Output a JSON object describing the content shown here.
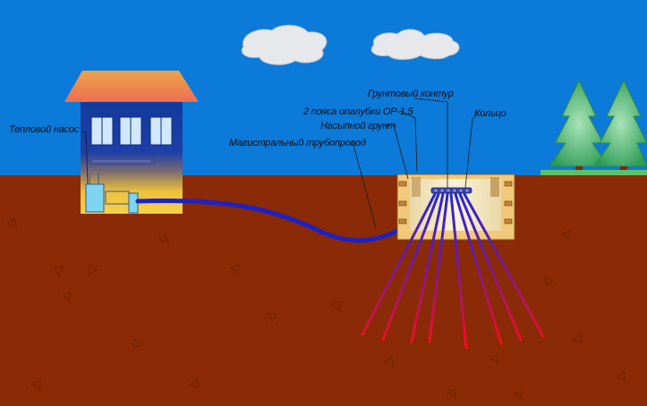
{
  "labels": {
    "heat_pump": "Тепловой насос",
    "main_pipeline": "Магистральный трубопровод",
    "backfill": "Насыпной грунт",
    "formwork": "2  пояса опалубки ОР-1,5",
    "ground_loop": "Грунтовый контур",
    "ring": "Кольцо"
  },
  "colors": {
    "sky": "#0a7ad8",
    "ground": "#8c2a05",
    "roof_top": "#e8a040",
    "roof_bottom": "#f07050",
    "house_upper": "#0f3da0",
    "house_lower": "#f0c430",
    "pipe_main": "#1a2acc",
    "loop_warm": "#e01020",
    "tree": "#2fa35a"
  }
}
